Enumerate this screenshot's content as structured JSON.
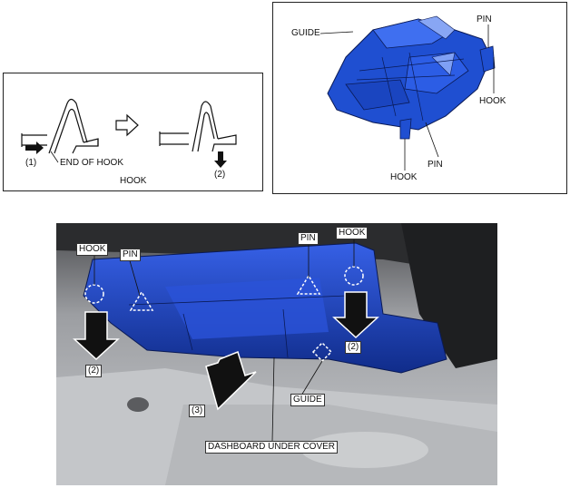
{
  "hook_panel": {
    "step1_label": "(1)",
    "end_of_hook_label": "END OF HOOK",
    "step2_label": "(2)",
    "caption": "HOOK"
  },
  "part_panel": {
    "guide_label": "GUIDE",
    "pin_top_label": "PIN",
    "hook_right_label": "HOOK",
    "pin_bottom_label": "PIN",
    "hook_bottom_label": "HOOK"
  },
  "photo_panel": {
    "hook_left_label": "HOOK",
    "pin_left_label": "PIN",
    "pin_center_label": "PIN",
    "hook_right_label": "HOOK",
    "step2_left_label": "(2)",
    "step2_right_label": "(2)",
    "step3_label": "(3)",
    "guide_label": "GUIDE",
    "cover_label": "DASHBOARD UNDER COVER"
  },
  "colors": {
    "part_blue": "#1f4fd1",
    "part_blue_dark": "#102c8a",
    "photo_grey": "#a9abae",
    "photo_dark": "#2b2c2e"
  }
}
